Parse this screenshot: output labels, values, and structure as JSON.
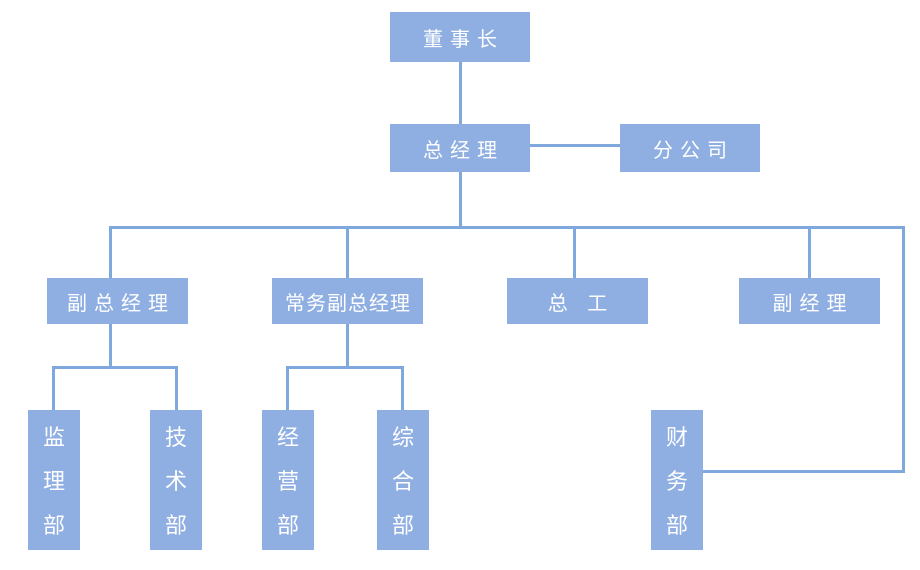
{
  "org_chart": {
    "title": "company-organization-chart",
    "colors": {
      "box_fill": "#8fafe2",
      "line": "#7fa8dc",
      "text": "#ffffff",
      "background": "#ffffff"
    },
    "nodes": {
      "chairman": {
        "label": "董事长"
      },
      "general_manager": {
        "label": "总经理"
      },
      "branch_company": {
        "label": "分公司"
      },
      "deputy_general_manager": {
        "label": "副总经理"
      },
      "executive_deputy_general_manager": {
        "label": "常务副总经理"
      },
      "chief_engineer": {
        "label": "总 工"
      },
      "deputy_manager": {
        "label": "副经理"
      },
      "supervision_dept": {
        "label": "监理部"
      },
      "technology_dept": {
        "label": "技术部"
      },
      "operations_dept": {
        "label": "经营部"
      },
      "general_affairs_dept": {
        "label": "综合部"
      },
      "finance_dept": {
        "label": "财务部"
      }
    },
    "edges": [
      {
        "from": "董事长",
        "to": "总经理"
      },
      {
        "from": "总经理",
        "to": "分公司"
      },
      {
        "from": "总经理",
        "to": "副总经理"
      },
      {
        "from": "总经理",
        "to": "常务副总经理"
      },
      {
        "from": "总经理",
        "to": "总 工"
      },
      {
        "from": "总经理",
        "to": "副经理"
      },
      {
        "from": "总经理",
        "to": "财务部"
      },
      {
        "from": "副总经理",
        "to": "监理部"
      },
      {
        "from": "副总经理",
        "to": "技术部"
      },
      {
        "from": "常务副总经理",
        "to": "经营部"
      },
      {
        "from": "常务副总经理",
        "to": "综合部"
      }
    ]
  }
}
